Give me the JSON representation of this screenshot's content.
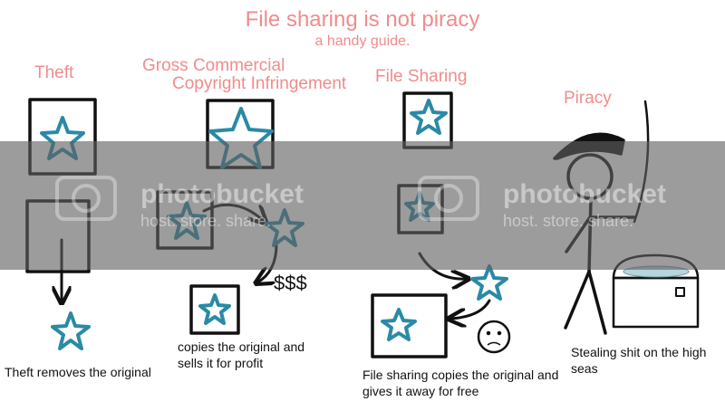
{
  "title": "File sharing is not piracy",
  "subtitle": "a handy guide.",
  "sections": {
    "theft": {
      "heading": "Theft",
      "caption": "Theft removes the original"
    },
    "gross": {
      "heading_line1": "Gross Commercial",
      "heading_line2": "Copyright Infringement",
      "caption": "copies the original and sells it for profit",
      "money": "$$$"
    },
    "file_sharing": {
      "heading": "File Sharing",
      "caption": "File sharing copies the original and gives it away for free"
    },
    "piracy": {
      "heading": "Piracy",
      "caption": "Stealing shit on the high seas"
    }
  },
  "watermark": {
    "brand": "photobucket",
    "tagline": "host. store. share."
  },
  "colors": {
    "heading": "#f08c8c",
    "star": "#2a8aa6",
    "ink": "#111111",
    "band": "#5f5f5f"
  }
}
